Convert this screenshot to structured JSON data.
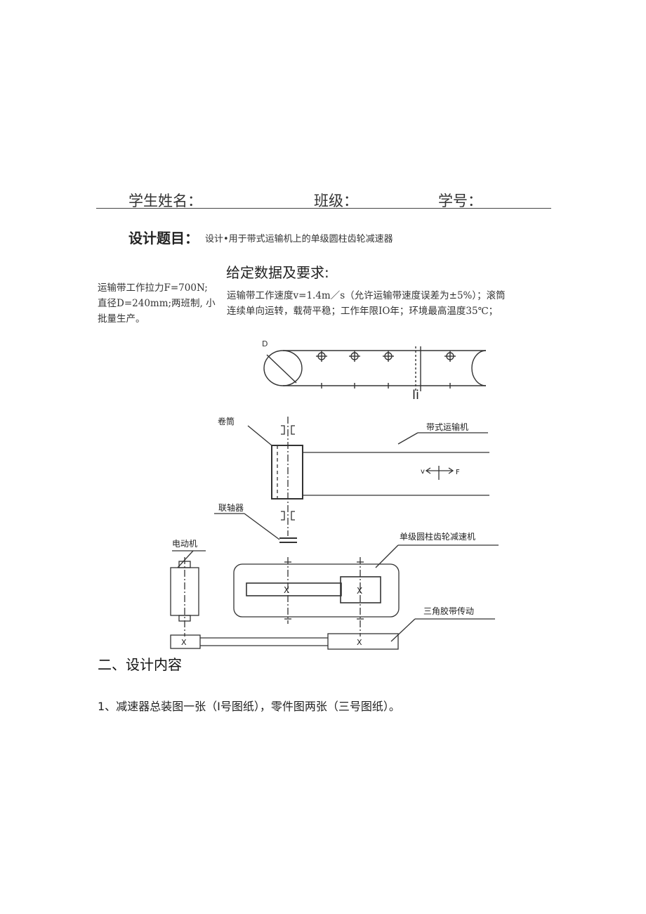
{
  "header": {
    "student_name_label": "学生姓名：",
    "class_label": "班级：",
    "student_id_label": "学号："
  },
  "design_topic": {
    "label": "设计题目：",
    "text": "设计•用于带式运输机上的单级圆柱齿轮减速器"
  },
  "given": {
    "title": "给定数据及要求:",
    "left_column": [
      "运输带工作拉力F=700N;",
      "直径D=240mm;两班制, 小",
      "批量生产。"
    ],
    "right_column": [
      "运输带工作速度v=1.4m／s（允许运输带速度误差为±5%）；滚筒",
      "连续单向运转，载荷平稳；工作年限IO年；环境最高温度35℃；"
    ]
  },
  "figure_top": {
    "d_label": "D",
    "section_mark": "li"
  },
  "figure_main": {
    "drum_label": "卷筒",
    "conveyor_label": "带式运输机",
    "v_label": "v",
    "f_label": "F",
    "coupling_label": "联轴器",
    "motor_label": "电动机",
    "reducer_label": "单级圆柱齿轮减速机",
    "vbelt_label": "三角胶带传动",
    "x_mark": "X"
  },
  "section2": {
    "heading": "二、设计内容",
    "item1": "1、减速器总装图一张（I号图纸），零件图两张（三号图纸）。"
  }
}
